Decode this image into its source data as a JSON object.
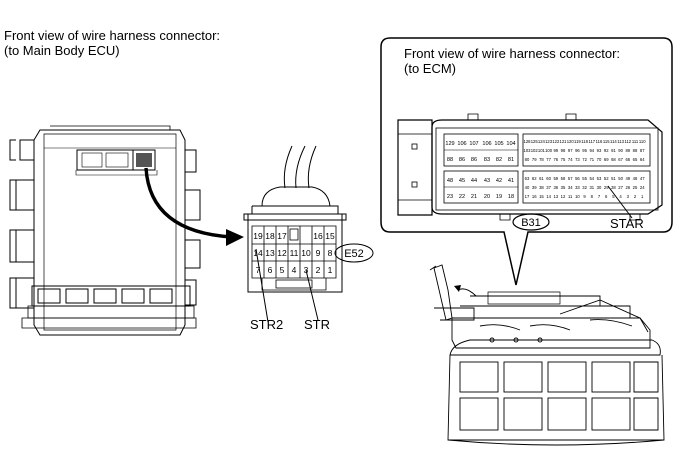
{
  "left_caption": {
    "line1": "Front view of wire harness connector:",
    "line2": "(to Main Body ECU)"
  },
  "right_caption": {
    "line1": "Front view of wire harness connector:",
    "line2": "(to ECM)"
  },
  "e52": {
    "id": "E52",
    "row1": [
      "19",
      "18",
      "17",
      "",
      "16",
      "15"
    ],
    "row2": [
      "14",
      "13",
      "12",
      "11",
      "10",
      "9",
      "8"
    ],
    "row3": [
      "7",
      "6",
      "5",
      "4",
      "3",
      "2",
      "1"
    ],
    "label_str2": "STR2",
    "label_str": "STR"
  },
  "b31": {
    "id": "B31",
    "big_r1": [
      "129",
      "106",
      "107",
      "106",
      "105",
      "104"
    ],
    "big_r2": [
      "88",
      "86",
      "86",
      "83",
      "82",
      "81"
    ],
    "big_r3": [
      "48",
      "45",
      "44",
      "43",
      "42",
      "41"
    ],
    "big_r4": [
      "23",
      "22",
      "21",
      "20",
      "19",
      "18"
    ],
    "small_r1": [
      "128",
      "125",
      "124",
      "123",
      "122",
      "121",
      "120",
      "119",
      "118",
      "117",
      "116",
      "115",
      "114",
      "113",
      "112",
      "111",
      "110"
    ],
    "small_r2": [
      "103",
      "102",
      "101",
      "100",
      "99",
      "98",
      "97",
      "96",
      "95",
      "94",
      "93",
      "92",
      "91",
      "90",
      "89",
      "88",
      "87"
    ],
    "small_r3": [
      "80",
      "79",
      "78",
      "77",
      "76",
      "75",
      "74",
      "73",
      "72",
      "71",
      "70",
      "69",
      "68",
      "67",
      "66",
      "65",
      "64"
    ],
    "small_r4": [
      "63",
      "62",
      "61",
      "60",
      "59",
      "58",
      "57",
      "56",
      "55",
      "54",
      "53",
      "52",
      "51",
      "50",
      "49",
      "48",
      "47"
    ],
    "small_r5": [
      "40",
      "39",
      "38",
      "37",
      "36",
      "35",
      "34",
      "33",
      "32",
      "31",
      "30",
      "29",
      "28",
      "27",
      "26",
      "25",
      "24"
    ],
    "small_r6": [
      "17",
      "16",
      "15",
      "14",
      "13",
      "12",
      "11",
      "10",
      "9",
      "8",
      "7",
      "6",
      "5",
      "4",
      "3",
      "2",
      "1"
    ],
    "label_star": "STAR"
  }
}
